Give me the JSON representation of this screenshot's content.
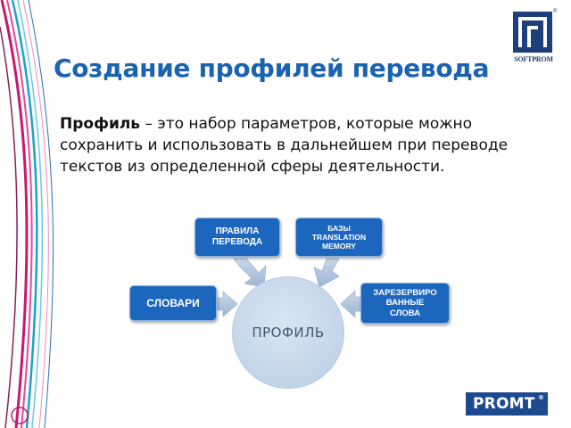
{
  "slide": {
    "title": "Создание профилей перевода",
    "definition_term": "Профиль",
    "definition_text": " – это набор параметров, которые можно сохранить и использовать в дальнейшем при переводе текстов из определенной сферы деятельности."
  },
  "diagram": {
    "center": "ПРОФИЛЬ",
    "nodes": {
      "rules": "ПРАВИЛА\nПЕРЕВОДА",
      "tm": "БАЗЫ\nTRANSLATION\nMEMORY",
      "dict": "СЛОВАРИ",
      "reserved": "ЗАРЕЗЕРВИРО\nВАННЫЕ\nСЛОВА"
    }
  },
  "logos": {
    "softprom_caption": "SOFTPROM",
    "softprom_reg": "®",
    "promt": "PROMT",
    "promt_reg": "®"
  },
  "colors": {
    "title": "#1a62b2",
    "node_fill": "#1d66bd",
    "center_fill": "#c3d4e9",
    "arrow": "#a9bfd9",
    "deco_magenta": "#c8176e",
    "deco_cyan": "#1aa3c9",
    "logo_blue": "#1d4a8f"
  },
  "icons": [
    "softprom-logo-icon",
    "arrow-icon"
  ]
}
